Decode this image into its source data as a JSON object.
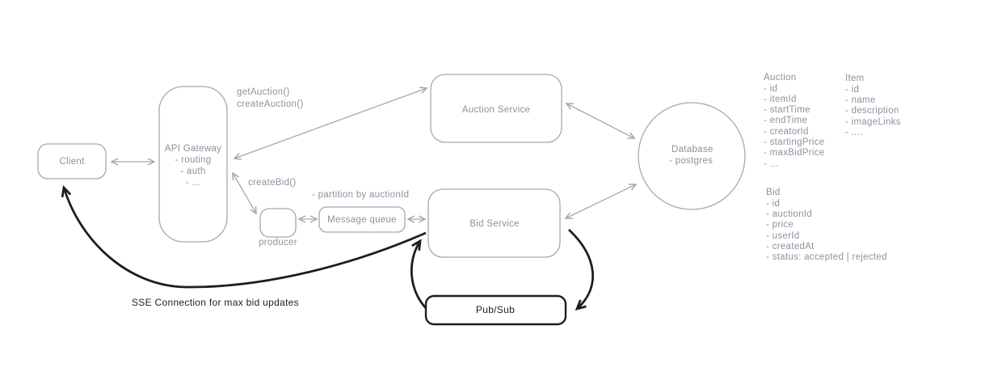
{
  "diagram": {
    "background_color": "#ffffff",
    "stroke_color": "#a2a9b2",
    "text_color": "#8b939e",
    "black_color": "#1e1e1e"
  },
  "nodes": {
    "client": {
      "label": "Client"
    },
    "api_gateway": {
      "title": "API Gateway",
      "lines": [
        "- routing",
        "- auth",
        "- ..."
      ]
    },
    "auction_service": {
      "label": "Auction Service"
    },
    "producer": {
      "label": "producer"
    },
    "message_queue": {
      "label": "Message queue"
    },
    "bid_service": {
      "label": "Bid Service"
    },
    "pub_sub": {
      "label": "Pub/Sub"
    },
    "database": {
      "title": "Database",
      "subtitle": "- postgres"
    }
  },
  "edge_labels": {
    "get_auction": "getAuction()",
    "create_auction": "createAuction()",
    "create_bid": "createBid()",
    "partition": "- partition by auctionId",
    "sse": "SSE Connection for max bid updates"
  },
  "schemas": {
    "auction": {
      "title": "Auction",
      "fields": [
        "- id",
        "- itemId",
        "- startTime",
        "- endTime",
        "- creatorId",
        "- startingPrice",
        "- maxBidPrice",
        "- ..."
      ]
    },
    "item": {
      "title": "Item",
      "fields": [
        "- id",
        "- name",
        "- description",
        "- imageLinks",
        "- ...."
      ]
    },
    "bid": {
      "title": "Bid",
      "fields": [
        "- id",
        "- auctionId",
        "- price",
        "- userId",
        "- createdAt",
        "- status: accepted | rejected"
      ]
    }
  }
}
